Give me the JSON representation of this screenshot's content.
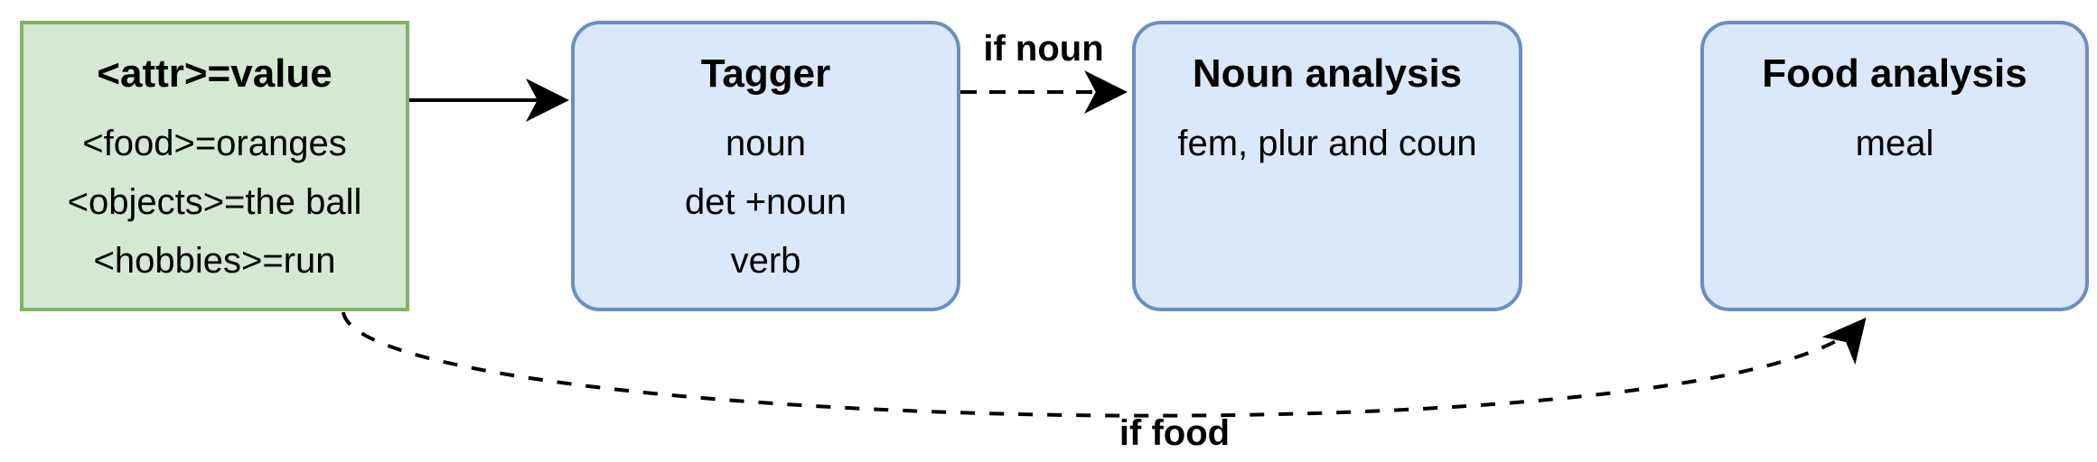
{
  "canvas": {
    "background": "#ffffff"
  },
  "colors": {
    "green_fill": "#d5e8d4",
    "green_border": "#82b366",
    "blue_fill": "#dae8fc",
    "blue_border": "#6c8ebf",
    "line": "#000000",
    "text": "#000000"
  },
  "nodes": [
    {
      "id": "attr-value",
      "title": "<attr>=value",
      "lines": [
        "<food>=oranges",
        "<objects>=the ball",
        "<hobbies>=run"
      ],
      "fill": "#d5e8d4",
      "border": "#82b366",
      "shape": "rectangle"
    },
    {
      "id": "tagger",
      "title": "Tagger",
      "lines": [
        "noun",
        "det +noun",
        "verb"
      ],
      "fill": "#dae8fc",
      "border": "#6c8ebf",
      "shape": "rounded-rectangle"
    },
    {
      "id": "noun-analysis",
      "title": "Noun analysis",
      "lines": [
        "fem, plur and coun"
      ],
      "fill": "#dae8fc",
      "border": "#6c8ebf",
      "shape": "rounded-rectangle"
    },
    {
      "id": "food-analysis",
      "title": "Food analysis",
      "lines": [
        "meal"
      ],
      "fill": "#dae8fc",
      "border": "#6c8ebf",
      "shape": "rounded-rectangle"
    }
  ],
  "edges": [
    {
      "from": "attr-value",
      "to": "tagger",
      "style": "solid",
      "label": ""
    },
    {
      "from": "tagger",
      "to": "noun-analysis",
      "style": "dashed",
      "label": "if noun"
    },
    {
      "from": "attr-value",
      "to": "food-analysis",
      "style": "dashed-curved",
      "label": "if food"
    }
  ]
}
